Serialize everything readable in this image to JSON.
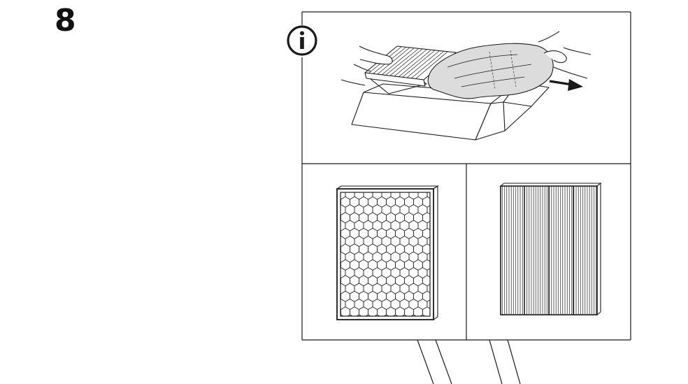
{
  "step": {
    "number": "8"
  },
  "icons": {
    "info": "info-icon",
    "arrow": "pull-direction-arrow-icon"
  },
  "panels": {
    "top": "unpack-filter-illustration",
    "bottom_left": "carbon-honeycomb-filter",
    "bottom_right": "pleated-particle-filter"
  },
  "colors": {
    "ink": "#1a1a1a",
    "shade": "#dcdcdc",
    "background": "#ffffff"
  }
}
